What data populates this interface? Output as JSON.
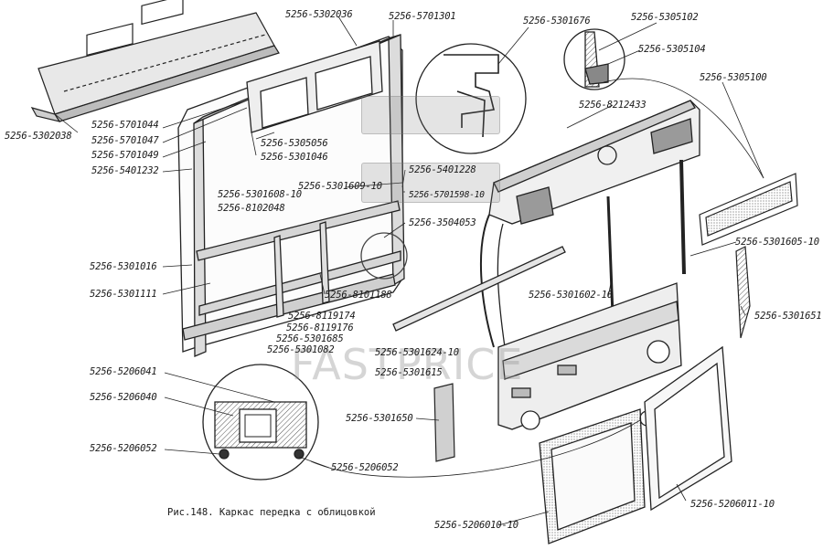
{
  "caption": "Рис.148. Каркас передка с облицовкой",
  "watermark": "FASTPRICE",
  "labels": {
    "p5302038": "5256-5302038",
    "p5302036": "5256-5302036",
    "p5701301": "5256-5701301",
    "p5301676": "5256-5301676",
    "p5305102": "5256-5305102",
    "p5305104": "5256-5305104",
    "p5305100": "5256-5305100",
    "p8212433": "5256-8212433",
    "p5701044": "5256-5701044",
    "p5701047": "5256-5701047",
    "p5701049": "5256-5701049",
    "p5401232": "5256-5401232",
    "p5305056": "5256-5305056",
    "p5301046": "5256-5301046",
    "p5301608": "5256-5301608-10",
    "p8102048": "5256-8102048",
    "p5301609": "5256-5301609-10",
    "p5401228": "5256-5401228",
    "p5701598": "5256-5701598-10",
    "p3504053": "5256-3504053",
    "p5301016": "5256-5301016",
    "p5301111": "5256-5301111",
    "p8101188": "5256-8101188",
    "p8119174": "5256-8119174",
    "p8119176": "5256-8119176",
    "p5301685": "5256-5301685",
    "p5301082": "5256-5301082",
    "p5301605": "5256-5301605-10",
    "p5301602": "5256-5301602-10",
    "p5301651": "5256-5301651",
    "p5301624": "5256-5301624-10",
    "p5301615": "5256-5301615",
    "p5206041": "5256-5206041",
    "p5206040": "5256-5206040",
    "p5301650": "5256-5301650",
    "p5206052a": "5256-5206052",
    "p5206052b": "5256-5206052",
    "p5206011": "5256-5206011-10",
    "p5206010": "5256-5206010-10"
  }
}
